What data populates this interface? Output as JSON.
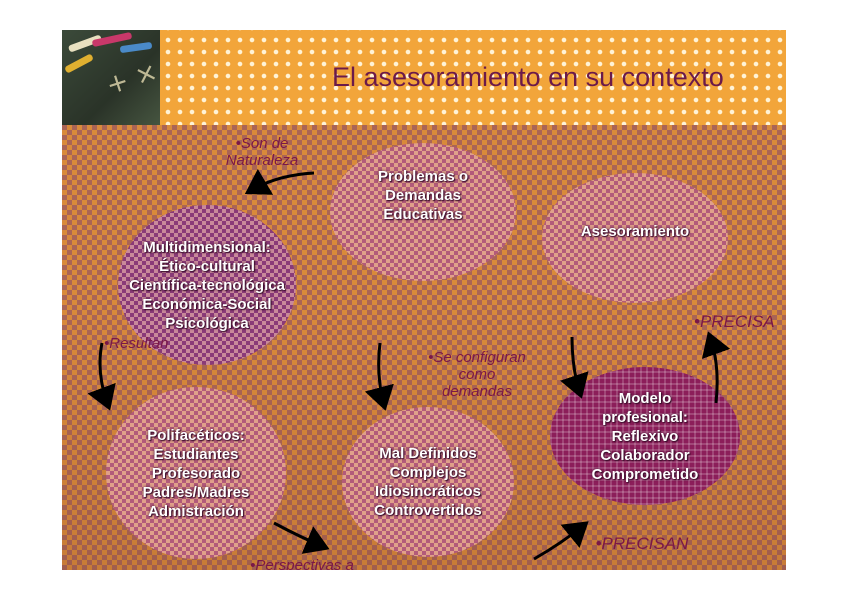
{
  "title": "El asesoramiento  en su contexto",
  "nodes": {
    "problemas": "Problemas o\nDemandas\nEducativas",
    "asesoramiento": "Asesoramiento",
    "multidimensional": "Multidimensional:\nÉtico-cultural\nCientífica-tecnológica\nEconómica-Social\nPsicológica",
    "polifaceticos": "Polifacéticos:\nEstudiantes\nProfesorado\nPadres/Madres\nAdmistración",
    "mal_definidos": "Mal Definidos\nComplejos\nIdiosincráticos\nControvertidos",
    "modelo": "Modelo\nprofesional:\nReflexivo\nColaborador\nComprometido"
  },
  "labels": {
    "son_de": "•Son de\nNaturaleza",
    "resultan": "•Resultan",
    "se_configuran": "•Se configuran\ncomo\ndemandas",
    "perspectivas": "•Perspectivas a\nconsiderar",
    "precisan_bottom": "•PRECISAN",
    "precisa_right": "•PRECISA"
  },
  "colors": {
    "title": "#6b1a4a",
    "label": "#7a1848",
    "arrow": "#000000",
    "banner": "#f2a53a"
  }
}
